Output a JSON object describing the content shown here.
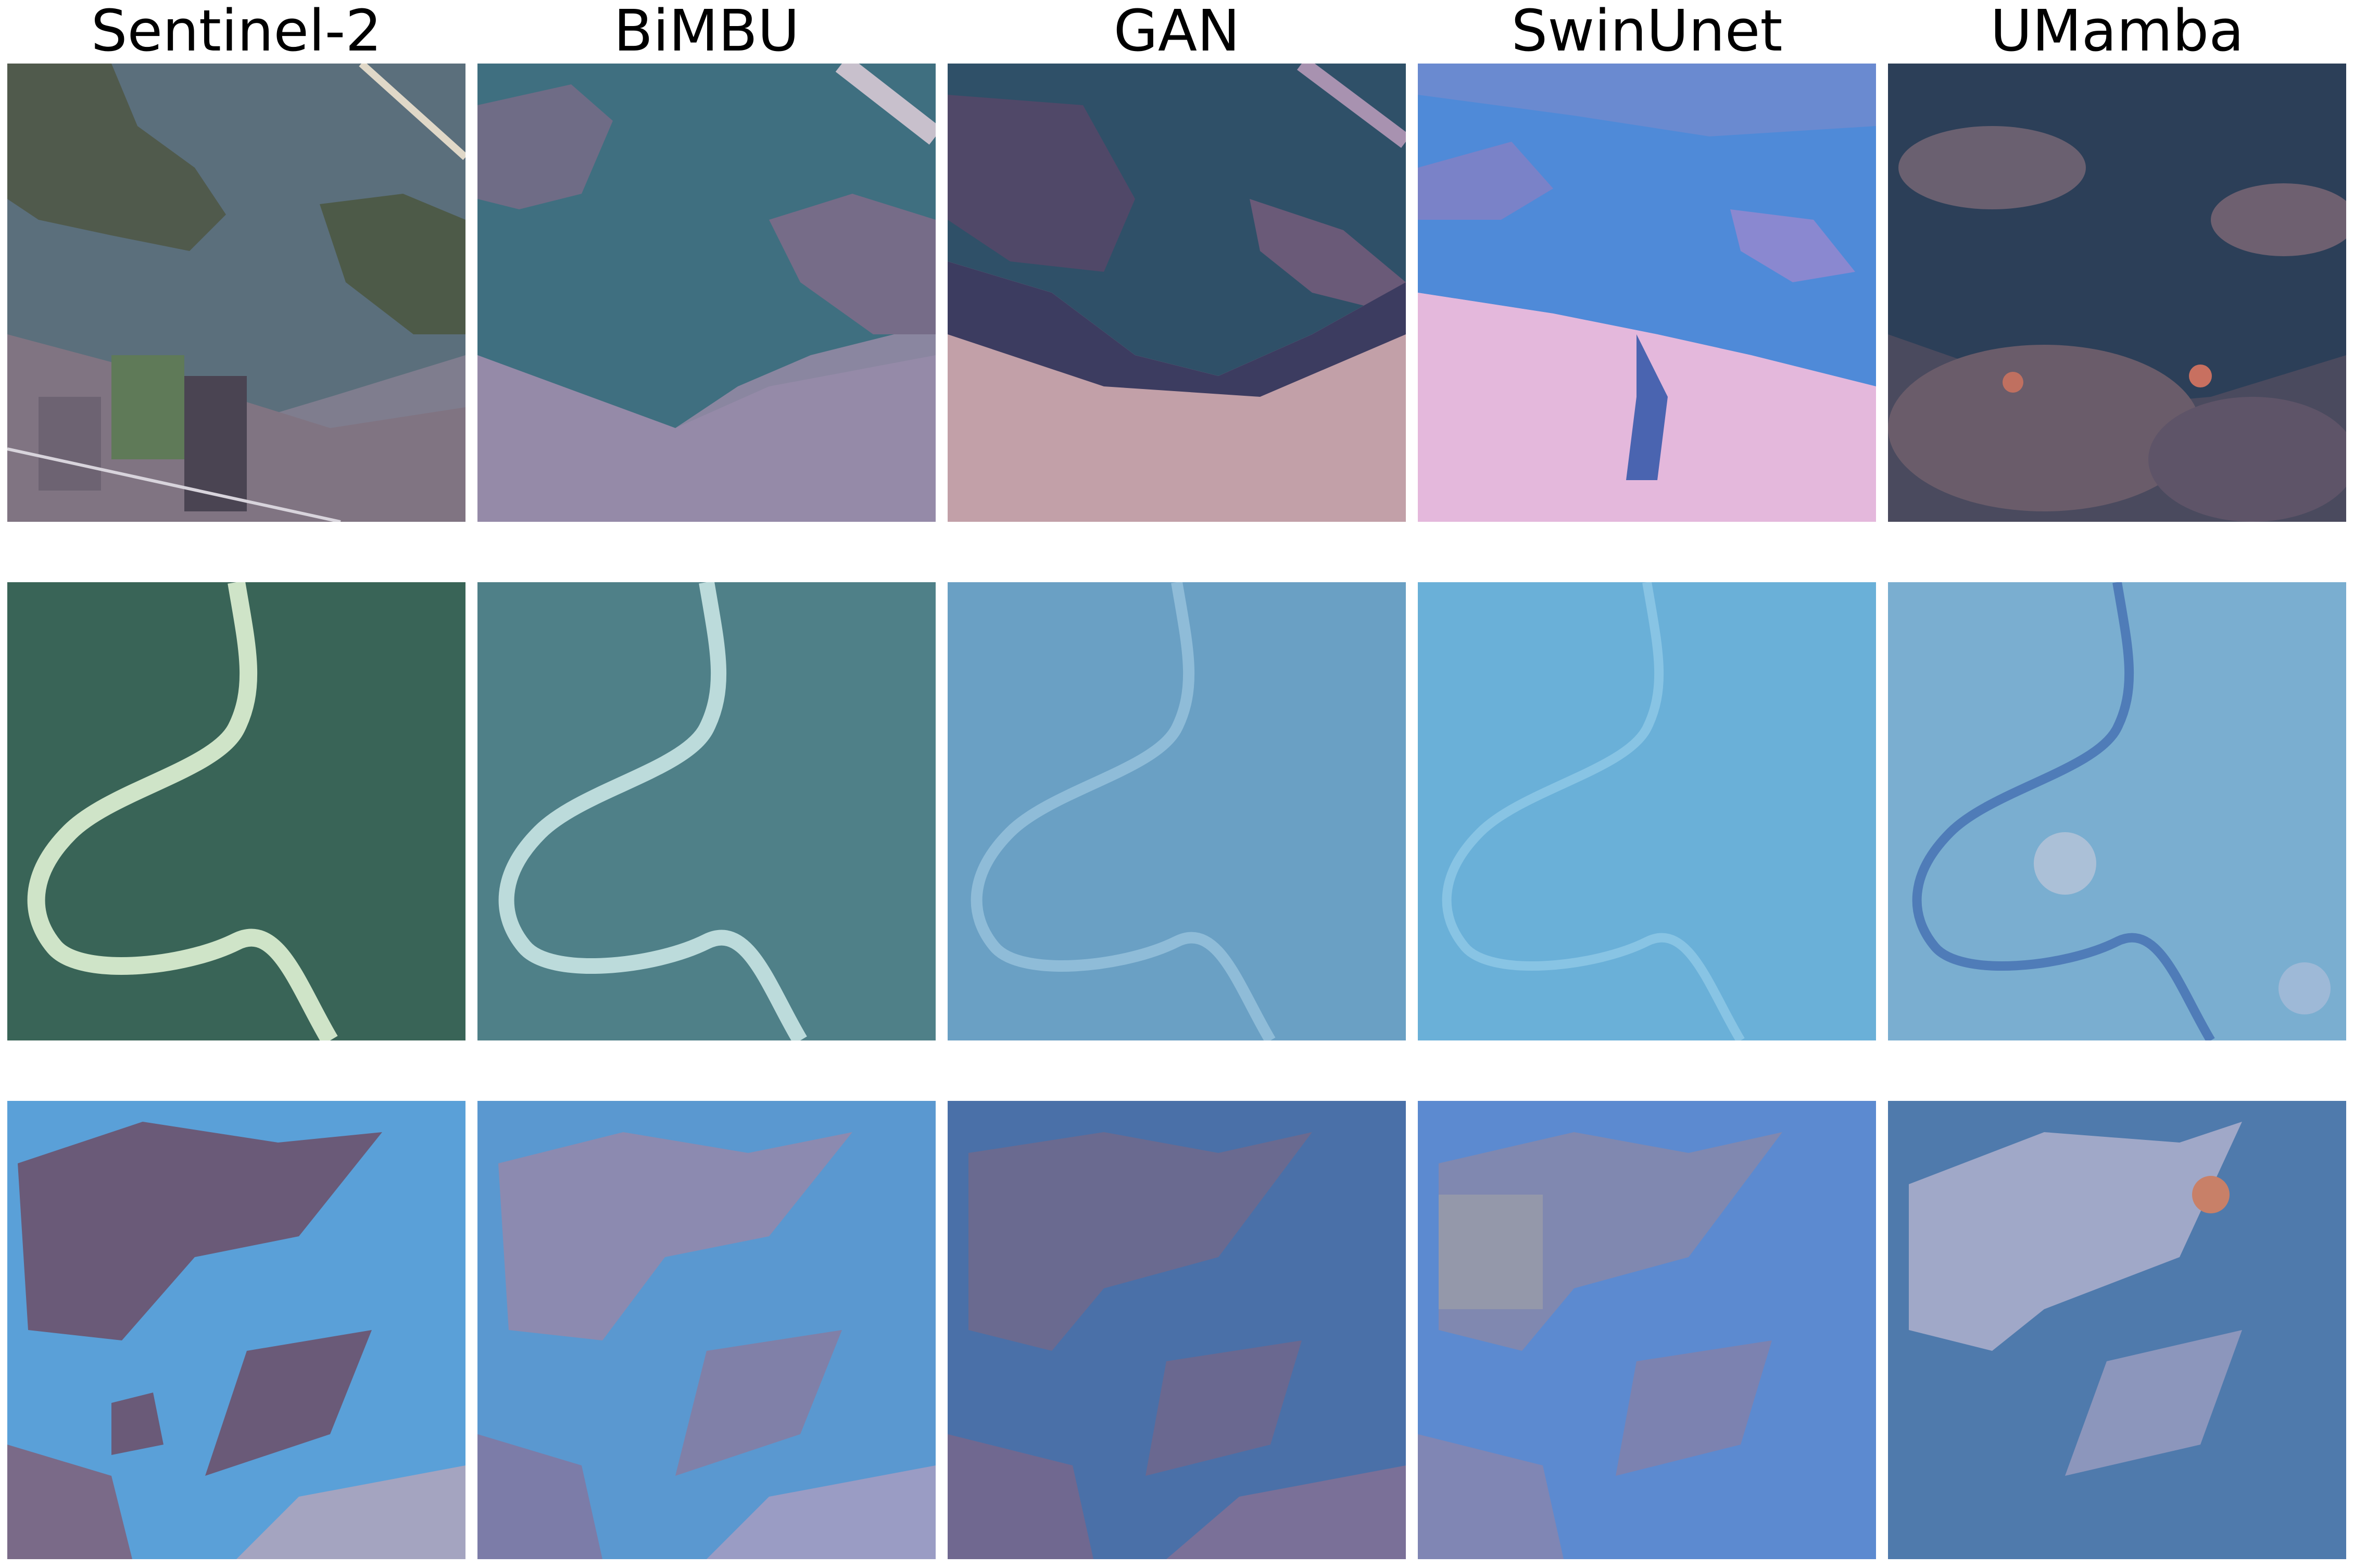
{
  "columns": [
    {
      "title": "Sentinel-2"
    },
    {
      "title": "BiMBU"
    },
    {
      "title": "GAN"
    },
    {
      "title": "SwinUnet"
    },
    {
      "title": "UMamba"
    }
  ],
  "rows": [
    {
      "tiles": [
        {
          "scene": "river-with-islands-farmland",
          "palette": {
            "base": "#7a7c8a",
            "water": "#4f6b78",
            "land": "#8a7a86"
          }
        },
        {
          "scene": "river-with-islands-farmland",
          "palette": {
            "base": "#8a86a0",
            "water": "#3f6f80",
            "land": "#9088a8"
          }
        },
        {
          "scene": "river-with-islands-farmland",
          "palette": {
            "base": "#4d4d70",
            "water": "#2f5068",
            "land": "#c2a0a8"
          }
        },
        {
          "scene": "river-with-islands-farmland",
          "palette": {
            "base": "#5b7fc0",
            "water": "#4f8ad8",
            "land": "#e0b4d8"
          }
        },
        {
          "scene": "river-with-islands-farmland",
          "palette": {
            "base": "#4a4a5e",
            "water": "#2c3f58",
            "land": "#7a6a78"
          }
        }
      ]
    },
    {
      "tiles": [
        {
          "scene": "meandering-river-forest",
          "palette": {
            "base": "#3f6a60",
            "water": "#cfe4c8",
            "land": "#2f5a48"
          }
        },
        {
          "scene": "meandering-river-forest",
          "palette": {
            "base": "#4f8088",
            "water": "#c8e4e4",
            "land": "#3f7080"
          }
        },
        {
          "scene": "meandering-river-forest",
          "palette": {
            "base": "#6aa0c4",
            "water": "#8fbcd8",
            "land": "#5a8cb0"
          }
        },
        {
          "scene": "meandering-river-forest",
          "palette": {
            "base": "#6ab0d8",
            "water": "#88c4e4",
            "land": "#64a8d0"
          }
        },
        {
          "scene": "meandering-river-forest",
          "palette": {
            "base": "#7aaed0",
            "water": "#4f7cb8",
            "land": "#6ca0c8"
          }
        }
      ]
    },
    {
      "tiles": [
        {
          "scene": "islands-in-bay",
          "palette": {
            "base": "#5aa0d8",
            "water": "#6cb0e0",
            "land": "#6a5a78"
          }
        },
        {
          "scene": "islands-in-bay",
          "palette": {
            "base": "#5a98d0",
            "water": "#64a8dc",
            "land": "#8c8ab0"
          }
        },
        {
          "scene": "islands-in-bay",
          "palette": {
            "base": "#4a70a8",
            "water": "#5080b8",
            "land": "#6a6a90"
          }
        },
        {
          "scene": "islands-in-bay",
          "palette": {
            "base": "#5c8ad0",
            "water": "#6898d8",
            "land": "#8088b0"
          }
        },
        {
          "scene": "islands-in-bay",
          "palette": {
            "base": "#4f7aac",
            "water": "#5a88b8",
            "land": "#a0a8c8"
          }
        }
      ]
    }
  ]
}
